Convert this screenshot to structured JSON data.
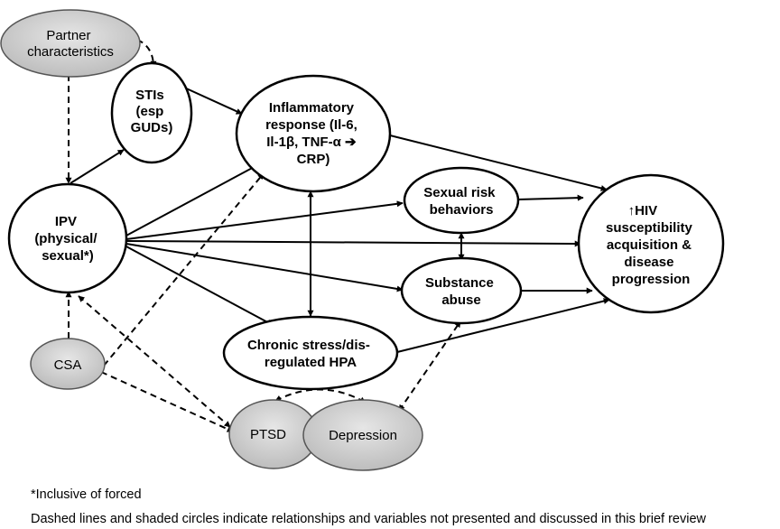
{
  "nodes": {
    "partner": {
      "lines": [
        "Partner",
        "characteristics"
      ]
    },
    "stis": {
      "lines": [
        "STIs",
        "(esp",
        "GUDs)"
      ]
    },
    "inflammatory": {
      "lines": [
        "Inflammatory",
        "response (Il-6,",
        "Il-1β, TNF-α ➔",
        "CRP)"
      ]
    },
    "ipv": {
      "lines": [
        "IPV",
        "(physical/",
        "sexual*)"
      ]
    },
    "sexual_risk": {
      "lines": [
        "Sexual risk",
        "behaviors"
      ]
    },
    "hiv": {
      "lines": [
        "↑HIV",
        "susceptibility",
        "acquisition &",
        "disease",
        "progression"
      ]
    },
    "substance": {
      "lines": [
        "Substance",
        "abuse"
      ]
    },
    "csa": {
      "lines": [
        "CSA"
      ]
    },
    "chronic_stress": {
      "lines": [
        "Chronic stress/dis-",
        "regulated HPA"
      ]
    },
    "ptsd": {
      "lines": [
        "PTSD"
      ]
    },
    "depression": {
      "lines": [
        "Depression"
      ]
    }
  },
  "footnotes": {
    "inclusive": "*Inclusive of forced",
    "legend": "Dashed lines and shaded circles indicate relationships and variables not presented and discussed in this brief review"
  },
  "colors": {
    "shaded_fill": "#cfcfcf",
    "shaded_stroke": "#555555",
    "plain_fill": "#ffffff",
    "line": "#000000"
  }
}
